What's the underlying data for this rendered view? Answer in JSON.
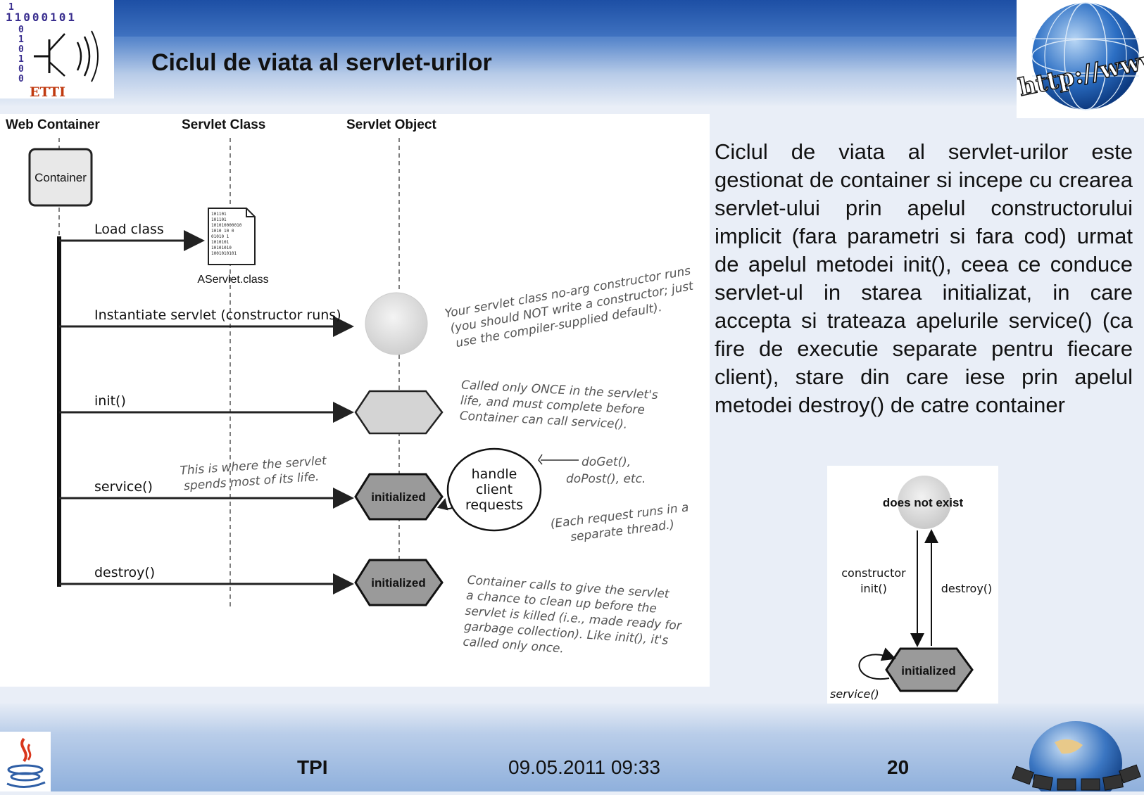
{
  "header": {
    "title": "Ciclul de viata al servlet-urilor",
    "logo_text": "ETTI",
    "logo_binary": "11000101",
    "globe_text": "http://www"
  },
  "diagram": {
    "columns": [
      "Web Container",
      "Servlet Class",
      "Servlet Object"
    ],
    "container_label": "Container",
    "class_file": "AServlet.class",
    "steps": [
      "Load class",
      "Instantiate servlet (constructor runs)",
      "init()",
      "service()",
      "destroy()"
    ],
    "state_label": "initialized",
    "handle_bubble": [
      "handle",
      "client",
      "requests"
    ],
    "notes": {
      "constructor": [
        "Your servlet class no-arg constructor runs",
        "(you should NOT write a constructor; just",
        "use the compiler-supplied default)."
      ],
      "init": [
        "Called only ONCE in the servlet's",
        "life, and must complete before",
        "Container can call service()."
      ],
      "service_left": [
        "This is where the servlet",
        "spends most of its life."
      ],
      "doget": [
        "doGet(),",
        "doPost(), etc."
      ],
      "thread": [
        "(Each request runs in a",
        "separate thread.)"
      ],
      "destroy": [
        "Container calls to give the servlet",
        "a chance to clean up before the",
        "servlet is killed (i.e., made ready for",
        "garbage collection). Like init(), it's",
        "called only once."
      ]
    }
  },
  "paragraph": "Ciclul de viata al servlet-urilor este gestionat de container si incepe cu crearea servlet-ului prin apelul constructorului implicit (fara parametri si fara cod) urmat de apelul metodei init(), ceea ce conduce servlet-ul in starea initializat, in care accepta si trateaza apelurile service() (ca fire de executie separate pentru fiecare client), stare din care iese prin apelul metodei destroy() de catre container",
  "state_diagram": {
    "top_state": "does not exist",
    "bottom_state": "initialized",
    "left_label": [
      "constructor",
      "init()"
    ],
    "right_label": "destroy()",
    "loop_label": "service()"
  },
  "footer": {
    "left": "TPI",
    "date": "09.05.2011 09:33",
    "page": "20"
  },
  "colors": {
    "header_blue": "#2d62b6",
    "text": "#111111"
  }
}
